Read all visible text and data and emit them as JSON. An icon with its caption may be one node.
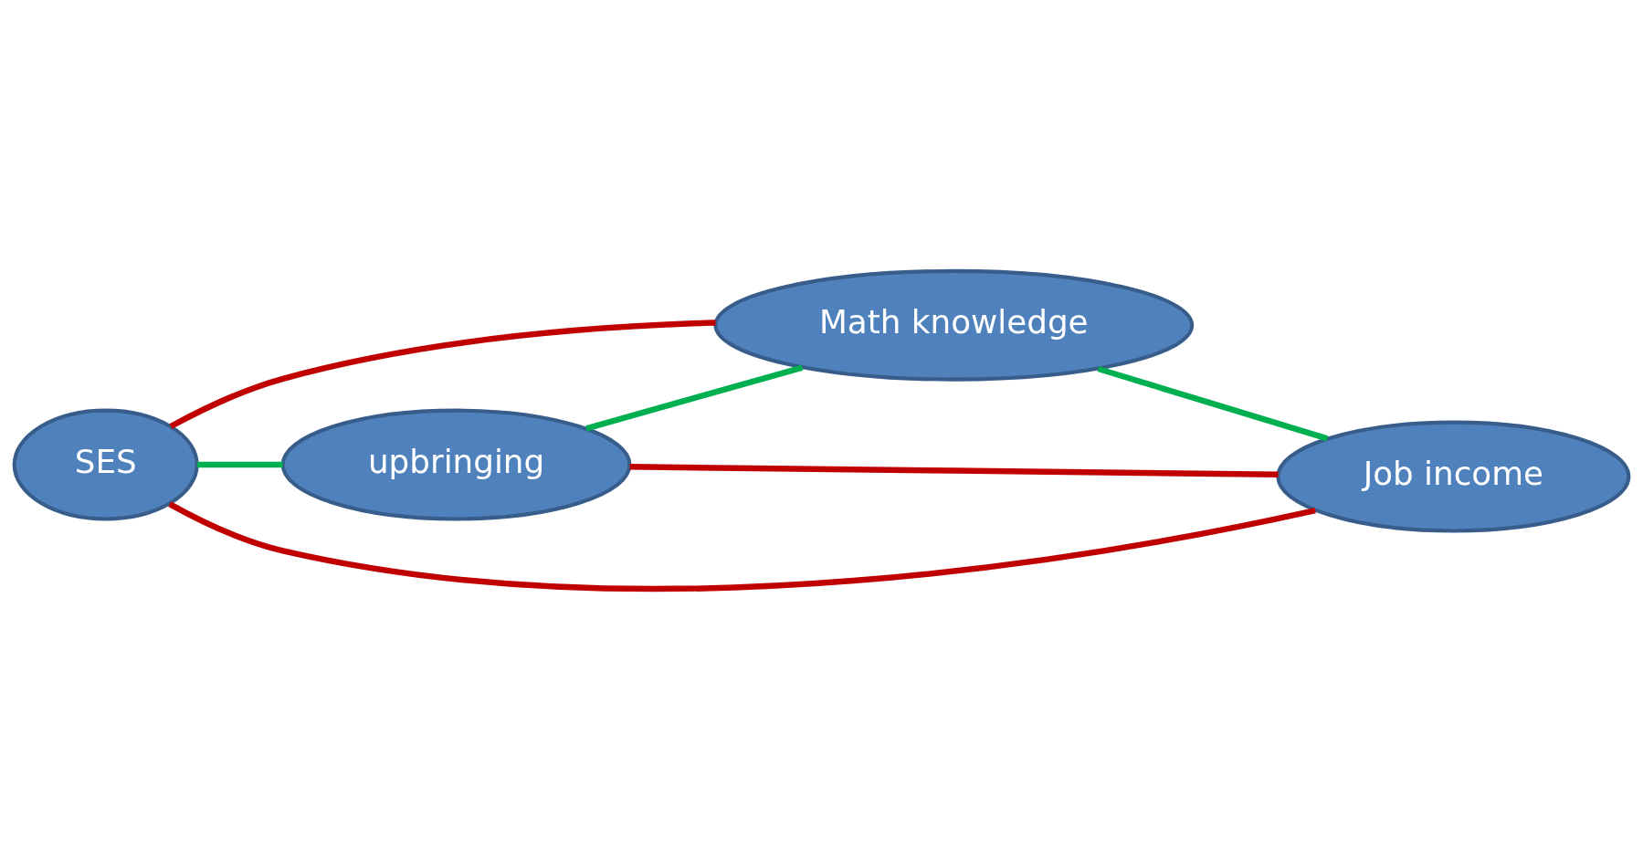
{
  "diagram": {
    "nodes": [
      {
        "text": [
          "SES"
        ]
      },
      {
        "text": [
          "upbringing"
        ]
      },
      {
        "text": [
          "Math knowledge"
        ]
      },
      {
        "text": [
          "Job income"
        ]
      }
    ],
    "edges": [
      {
        "from": 0,
        "to": 2,
        "arrow": "none",
        "color": "#c00000"
      },
      {
        "from": 0,
        "to": 1,
        "arrow": "none",
        "color": "#00b050"
      },
      {
        "from": 1,
        "to": 2,
        "arrow": "none",
        "color": "#00b050"
      },
      {
        "from": 1,
        "to": 3,
        "arrow": "none",
        "color": "#c00000"
      },
      {
        "from": 2,
        "to": 3,
        "arrow": "none",
        "color": "#00b050"
      },
      {
        "from": 0,
        "to": 3,
        "arrow": "none",
        "color": "#c00000"
      }
    ]
  }
}
